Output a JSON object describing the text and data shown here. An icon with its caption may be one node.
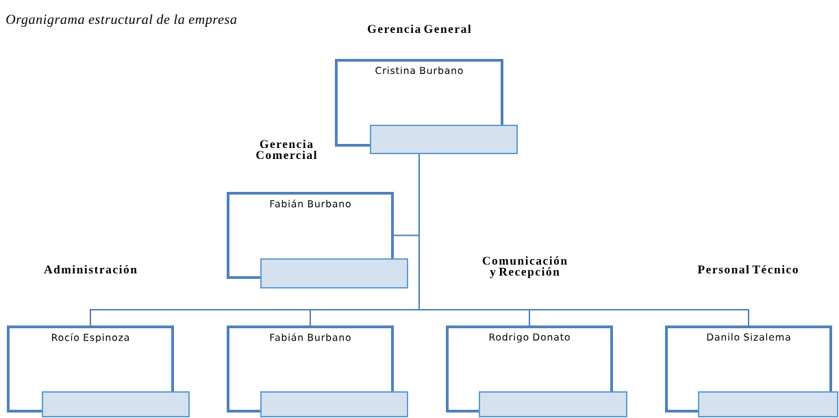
{
  "diagram": {
    "title": "Organigrama estructural de la empresa",
    "nodes": [
      {
        "text": [
          "Gerencia General",
          "Cristina Burbano"
        ]
      },
      {
        "text": [
          "Gerencia Comercial",
          "Fabián Burbano"
        ]
      },
      {
        "text": [
          "Administración",
          "Rocío Espinoza"
        ]
      },
      {
        "text": [
          "Fabián Burbano"
        ]
      },
      {
        "text": [
          "Comunicación y Recepción",
          "Rodrigo Donato"
        ]
      },
      {
        "text": [
          "Personal Técnico",
          "Danilo Sizalema"
        ]
      }
    ],
    "edges": [
      {
        "from": 0,
        "to": 1,
        "arrow": "none"
      },
      {
        "from": 0,
        "to": 2,
        "arrow": "none"
      },
      {
        "from": 0,
        "to": 3,
        "arrow": "none"
      },
      {
        "from": 0,
        "to": 4,
        "arrow": "none"
      },
      {
        "from": 0,
        "to": 5,
        "arrow": "none"
      }
    ]
  }
}
